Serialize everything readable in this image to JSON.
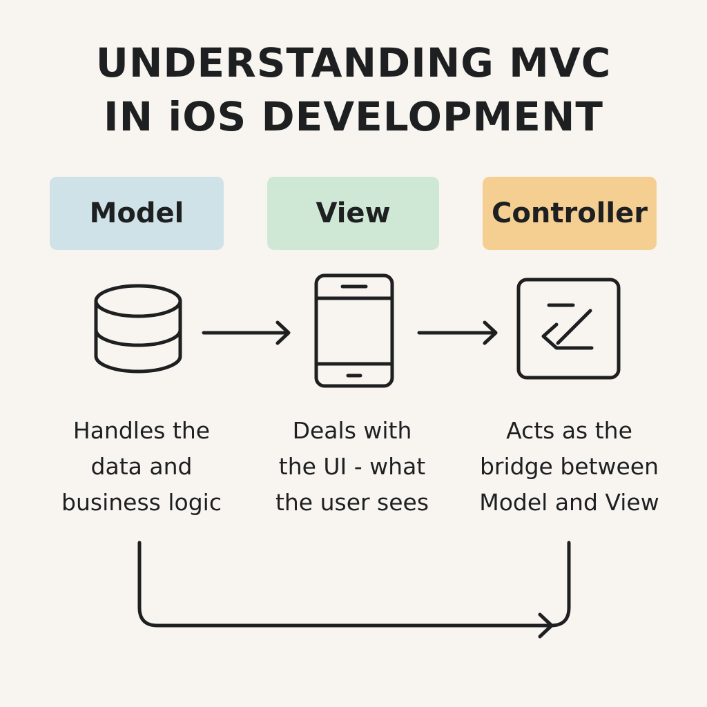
{
  "title": {
    "line1": "UNDERSTANDING MVC",
    "line2": "IN iOS DEVELOPMENT"
  },
  "components": [
    {
      "label": "Model",
      "color": "#cfe2e7",
      "icon": "database-icon",
      "description": [
        "Handles the",
        "data and",
        "business logic"
      ]
    },
    {
      "label": "View",
      "color": "#cfe8d6",
      "icon": "smartphone-icon",
      "description": [
        "Deals with",
        "the UI - what",
        "the user sees"
      ]
    },
    {
      "label": "Controller",
      "color": "#f5cf92",
      "icon": "controller-icon",
      "description": [
        "Acts as the",
        "bridge between",
        "Model and View"
      ]
    }
  ],
  "colors": {
    "background": "#f8f5f0",
    "ink": "#1d1f21"
  }
}
